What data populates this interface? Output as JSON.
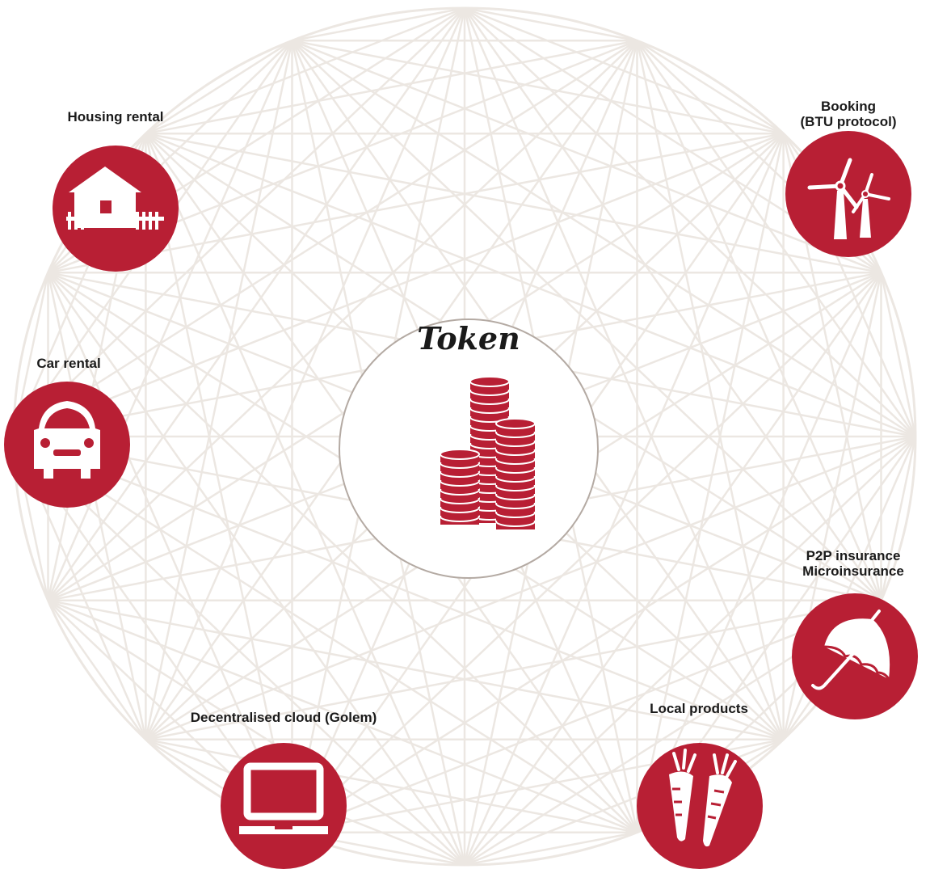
{
  "center": {
    "title": "Token",
    "icon": "coin-stacks-icon"
  },
  "colors": {
    "accent": "#b81f34",
    "lines": "#ece7e2",
    "center_border": "#b4aaa3"
  },
  "nodes": [
    {
      "id": "housing-rental",
      "label_lines": [
        "Housing rental"
      ],
      "icon": "house-icon"
    },
    {
      "id": "booking",
      "label_lines": [
        "Booking",
        "(BTU protocol)"
      ],
      "icon": "wind-turbine-icon"
    },
    {
      "id": "car-rental",
      "label_lines": [
        "Car rental"
      ],
      "icon": "car-icon"
    },
    {
      "id": "p2p-insurance",
      "label_lines": [
        "P2P insurance",
        "Microinsurance"
      ],
      "icon": "umbrella-icon"
    },
    {
      "id": "local-products",
      "label_lines": [
        "Local products"
      ],
      "icon": "carrot-icon"
    },
    {
      "id": "decentralised-cloud",
      "label_lines": [
        "Decentralised cloud (Golem)"
      ],
      "icon": "laptop-icon"
    }
  ]
}
